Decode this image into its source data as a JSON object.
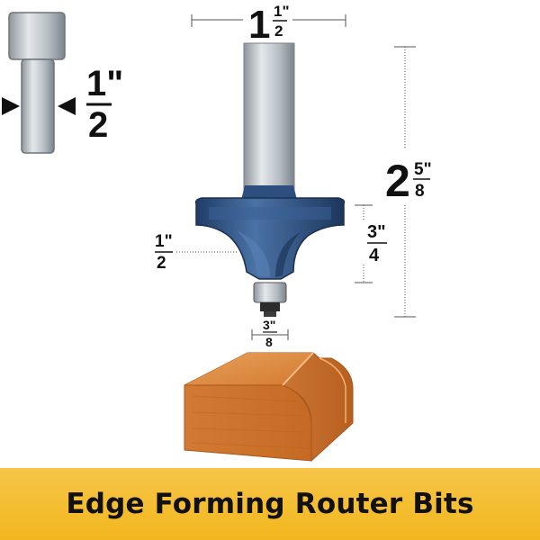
{
  "shank_icon": {
    "numerator": "1\"",
    "denominator": "2"
  },
  "dimensions": {
    "width_whole": "1",
    "width_numerator": "1\"",
    "width_denominator": "2",
    "height_whole": "2",
    "height_numerator": "5\"",
    "height_denominator": "8",
    "cut_height_numerator": "3\"",
    "cut_height_denominator": "4",
    "radius_numerator": "1\"",
    "radius_denominator": "2",
    "bearing_numerator": "3\"",
    "bearing_denominator": "8"
  },
  "colors": {
    "bit_blue": "#2f5486",
    "shank_grey": "#b9bfc4",
    "wood": "#d4782f",
    "banner": "#f2b71e"
  },
  "banner": {
    "title": "Edge Forming Router Bits"
  }
}
